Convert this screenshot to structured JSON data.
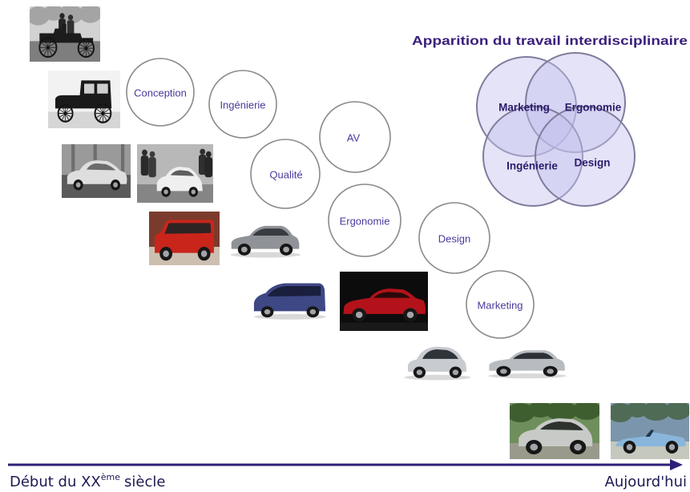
{
  "title": "Apparition du travail interdisciplinaire",
  "disciplines": [
    {
      "label": "Conception"
    },
    {
      "label": "Ingénierie"
    },
    {
      "label": "AV"
    },
    {
      "label": "Qualité"
    },
    {
      "label": "Ergonomie"
    },
    {
      "label": "Design"
    },
    {
      "label": "Marketing"
    }
  ],
  "venn": {
    "labels": [
      "Marketing",
      "Ergonomie",
      "Ingénierie",
      "Design"
    ]
  },
  "timeline": {
    "start_prefix": "Début du XX",
    "start_superscript": "ème",
    "start_suffix": "siècle",
    "end": "Aujourd'hui"
  },
  "colors": {
    "title": "#3a1f7d",
    "circle_label": "#4a3a9c",
    "circle_stroke": "#8a8a8a",
    "venn_fill": "#c3c0ee",
    "venn_stroke": "#807c9c",
    "venn_label": "#2b1c6c",
    "arrow": "#2e1f7a",
    "timeline_text": "#1d1a52"
  }
}
